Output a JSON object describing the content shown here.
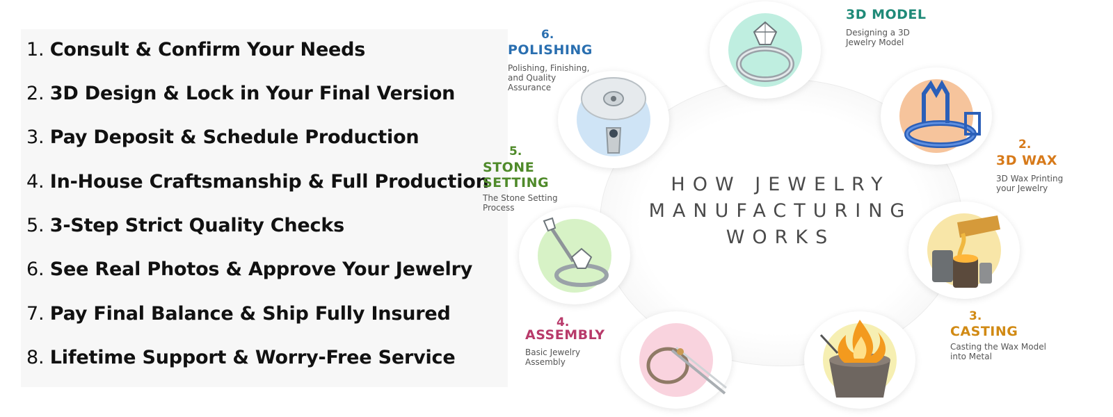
{
  "steps": [
    {
      "num": "1.",
      "text": "Consult & Confirm Your Needs"
    },
    {
      "num": "2.",
      "text": "3D Design & Lock in Your Final Version"
    },
    {
      "num": "3.",
      "text": "Pay Deposit & Schedule Production"
    },
    {
      "num": "4.",
      "text": "In-House Craftsmanship & Full Production"
    },
    {
      "num": "5.",
      "text": "3-Step Strict Quality Checks"
    },
    {
      "num": "6.",
      "text": "See Real Photos & Approve Your Jewelry"
    },
    {
      "num": "7.",
      "text": "Pay Final Balance & Ship Fully Insured"
    },
    {
      "num": "8.",
      "text": "Lifetime Support & Worry-Free Service"
    }
  ],
  "diagram": {
    "title_lines": [
      "HOW JEWELRY",
      "MANUFACTURING",
      "WORKS"
    ],
    "stages": [
      {
        "key": "model",
        "num": "",
        "name": "3D MODEL",
        "desc": [
          "Designing a 3D",
          "Jewelry Model"
        ],
        "color": "#1f8a78",
        "bg": "#bfeee0",
        "icon": "ring-diamond-icon"
      },
      {
        "key": "wax",
        "num": "2.",
        "name": "3D WAX",
        "desc": [
          "3D Wax Printing",
          "your Jewelry"
        ],
        "color": "#d77a1a",
        "bg": "#f6c49c",
        "icon": "wax-ring-icon"
      },
      {
        "key": "casting",
        "num": "3.",
        "name": "CASTING",
        "desc": [
          "Casting the Wax Model",
          "into Metal"
        ],
        "color": "#d18a14",
        "bg": "#f8e6a8",
        "icon": "crucible-fire-icon"
      },
      {
        "key": "assembly",
        "num": "4.",
        "name": "ASSEMBLY",
        "desc": [
          "Basic Jewelry",
          "Assembly"
        ],
        "color": "#b83a6a",
        "bg": "#f9d3de",
        "icon": "tweezers-ring-icon"
      },
      {
        "key": "stone",
        "num": "5.",
        "name": "STONE\nSETTING",
        "desc": [
          "The Stone Setting",
          "Process"
        ],
        "color": "#4f8a2a",
        "bg": "#d7f2c6",
        "icon": "stone-setting-icon"
      },
      {
        "key": "polishing",
        "num": "6.",
        "name": "POLISHING",
        "desc": [
          "Polishing, Finishing,",
          "and Quality",
          "Assurance"
        ],
        "color": "#2a6fb0",
        "bg": "#cfe4f6",
        "icon": "polishing-wheel-icon"
      }
    ]
  }
}
